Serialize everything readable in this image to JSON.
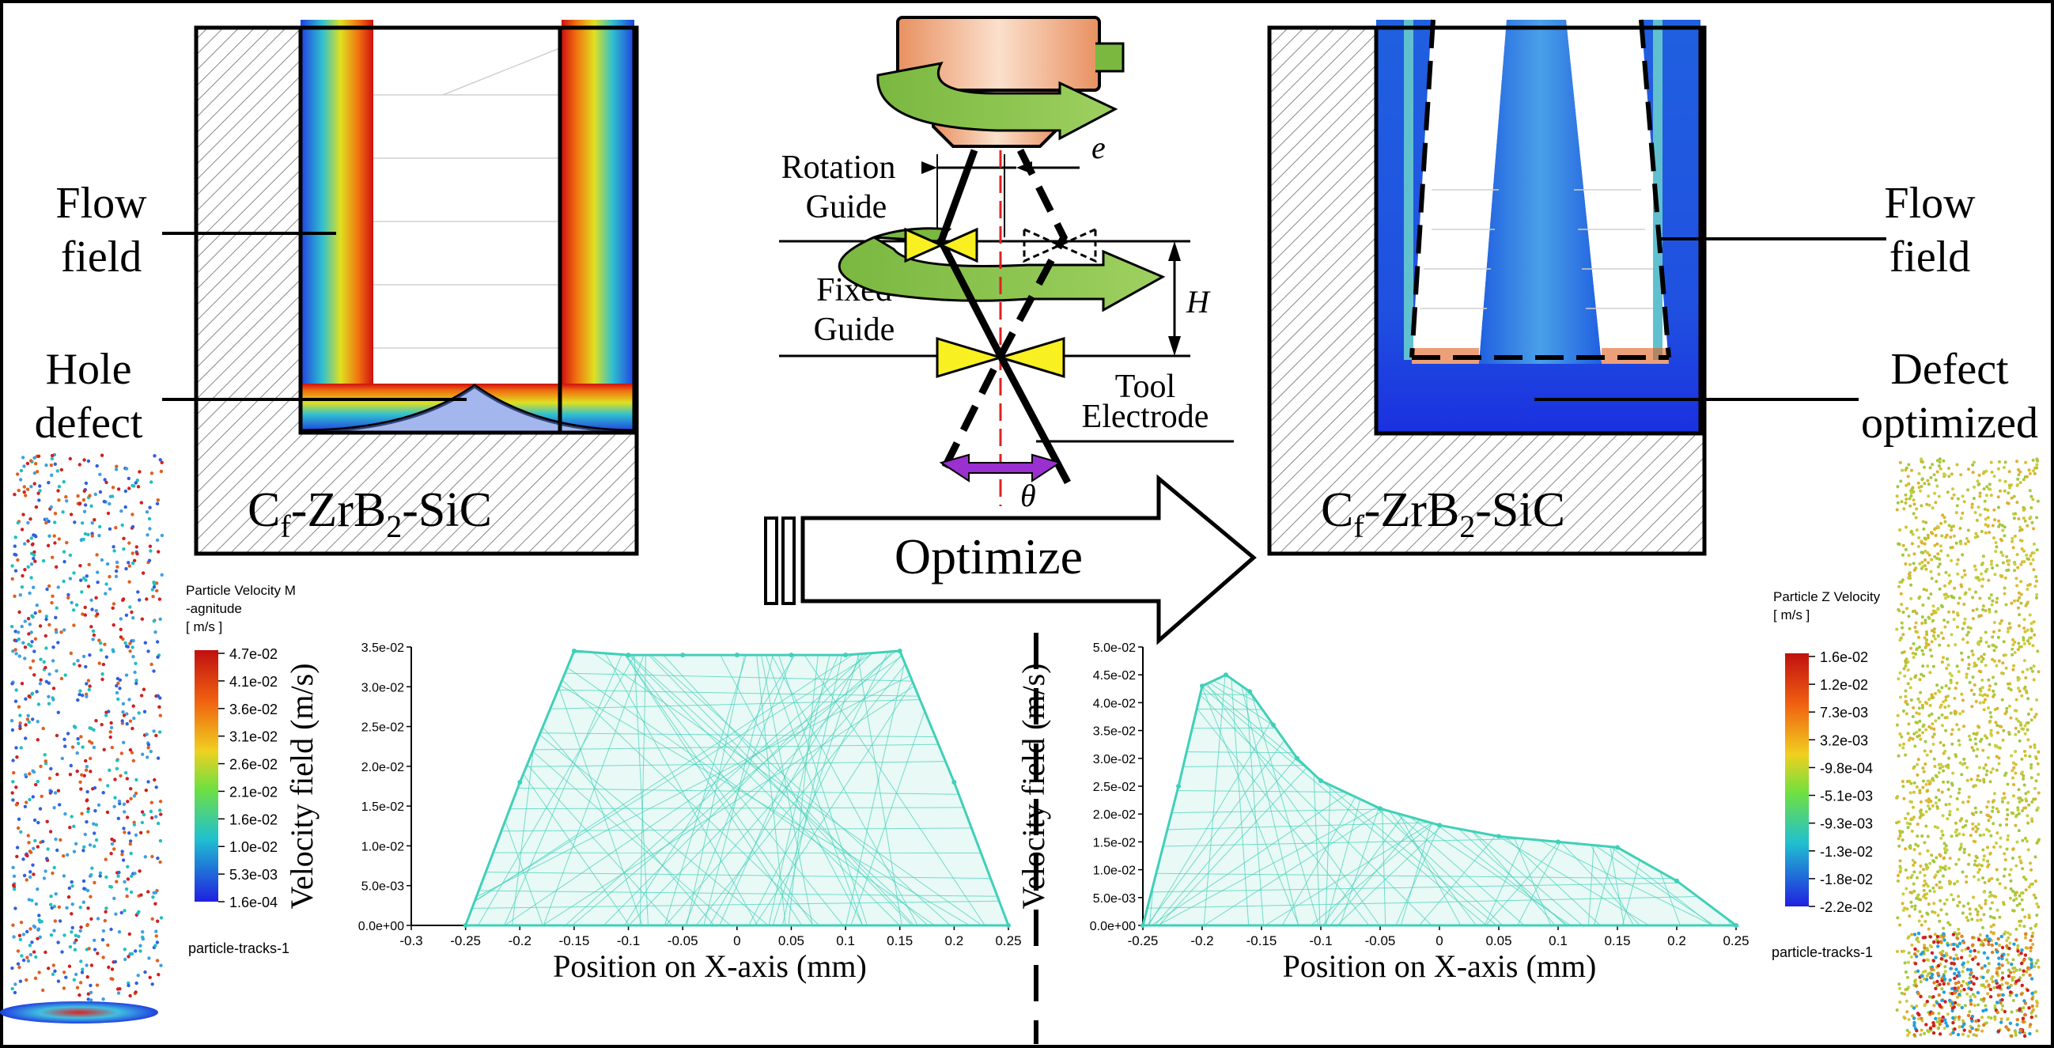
{
  "left_panel": {
    "label_flow_1": "Flow",
    "label_flow_2": "field",
    "label_hole_1": "Hole",
    "label_hole_2": "defect",
    "material_main": "C",
    "material_sub1": "f",
    "material_mid": "-ZrB",
    "material_sub2": "2",
    "material_end": "-SiC"
  },
  "right_panel": {
    "label_flow_1": "Flow",
    "label_flow_2": "field",
    "label_defect_1": "Defect",
    "label_defect_2": "optimized",
    "material_main": "C",
    "material_sub1": "f",
    "material_mid": "-ZrB",
    "material_sub2": "2",
    "material_end": "-SiC"
  },
  "schematic": {
    "rotation_1": "Rotation",
    "rotation_2": "Guide",
    "fixed_1": "Fixed",
    "fixed_2": "Guide",
    "tool_1": "Tool",
    "tool_2": "Electrode",
    "e_label": "e",
    "h_label": "H",
    "theta_label": "θ",
    "optimize_label": "Optimize"
  },
  "left_legend": {
    "title_1": "Particle Velocity M",
    "title_2": "-agnitude",
    "unit": "[ m/s ]",
    "ticks": [
      "4.7e-02",
      "4.1e-02",
      "3.6e-02",
      "3.1e-02",
      "2.6e-02",
      "2.1e-02",
      "1.6e-02",
      "1.0e-02",
      "5.3e-03",
      "1.6e-04"
    ],
    "footer": "particle-tracks-1"
  },
  "right_legend": {
    "title_1": "Particle Z Velocity",
    "unit": "[ m/s ]",
    "ticks": [
      "1.6e-02",
      "1.2e-02",
      "7.3e-03",
      "3.2e-03",
      "-9.8e-04",
      "-5.1e-03",
      "-9.3e-03",
      "-1.3e-02",
      "-1.8e-02",
      "-2.2e-02"
    ],
    "footer": "particle-tracks-1"
  },
  "chart_data": [
    {
      "type": "area",
      "xlabel": "Position on X-axis (mm)",
      "ylabel": "Velocity field (m/s)",
      "xlim": [
        -0.3,
        0.25
      ],
      "ylim": [
        0,
        0.035
      ],
      "xticks": [
        "-0.3",
        "-0.25",
        "-0.2",
        "-0.15",
        "-0.1",
        "-0.05",
        "0",
        "0.05",
        "0.1",
        "0.15",
        "0.2",
        "0.25"
      ],
      "yticks": [
        "0.0e+00",
        "5.0e-03",
        "1.0e-02",
        "1.5e-02",
        "2.0e-02",
        "2.5e-02",
        "3.0e-02",
        "3.5e-02"
      ],
      "color": "#40d0b8",
      "x": [
        -0.25,
        -0.2,
        -0.15,
        -0.1,
        -0.05,
        0,
        0.05,
        0.1,
        0.15,
        0.2,
        0.25
      ],
      "values": [
        0.0,
        0.018,
        0.0345,
        0.034,
        0.034,
        0.034,
        0.034,
        0.034,
        0.0345,
        0.018,
        0.0
      ]
    },
    {
      "type": "area",
      "xlabel": "Position on X-axis (mm)",
      "ylabel": "Velocity field (m/s)",
      "xlim": [
        -0.25,
        0.25
      ],
      "ylim": [
        0,
        0.05
      ],
      "xticks": [
        "-0.25",
        "-0.2",
        "-0.15",
        "-0.1",
        "-0.05",
        "0",
        "0.05",
        "0.1",
        "0.15",
        "0.2",
        "0.25"
      ],
      "yticks": [
        "0.0e+00",
        "5.0e-03",
        "1.0e-02",
        "1.5e-02",
        "2.0e-02",
        "2.5e-02",
        "3.0e-02",
        "3.5e-02",
        "4.0e-02",
        "4.5e-02",
        "5.0e-02"
      ],
      "color": "#40d0b8",
      "x": [
        -0.25,
        -0.22,
        -0.2,
        -0.18,
        -0.16,
        -0.14,
        -0.12,
        -0.1,
        -0.05,
        0,
        0.05,
        0.1,
        0.15,
        0.2,
        0.25
      ],
      "values": [
        0.0,
        0.025,
        0.043,
        0.045,
        0.042,
        0.036,
        0.03,
        0.026,
        0.021,
        0.018,
        0.016,
        0.015,
        0.014,
        0.008,
        0.0
      ]
    }
  ]
}
